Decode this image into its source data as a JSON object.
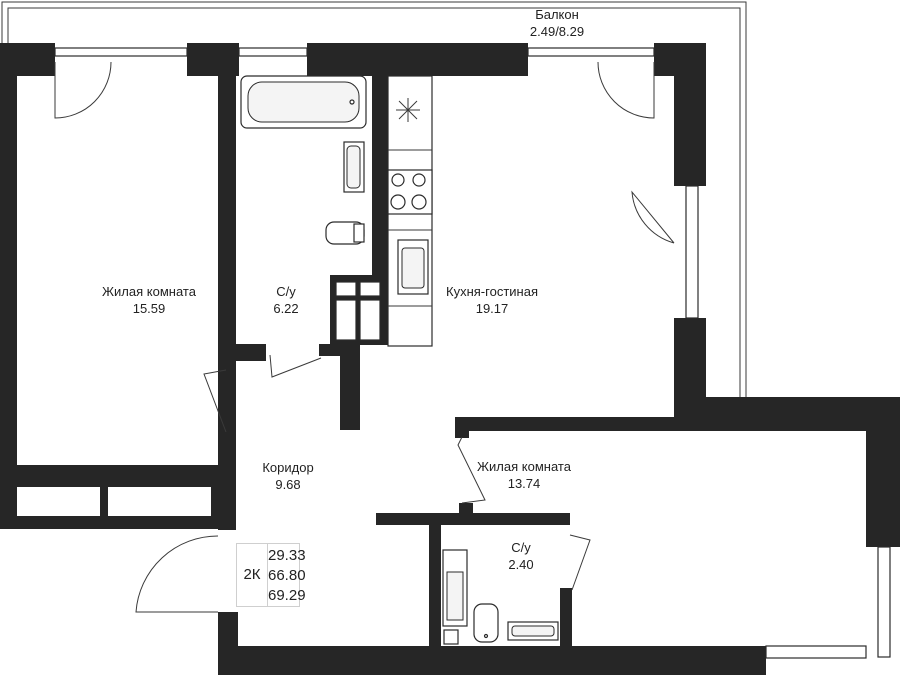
{
  "rooms": {
    "balcony": {
      "name": "Балкон",
      "area": "2.49/8.29"
    },
    "living_room_1": {
      "name": "Жилая комната",
      "area": "15.59"
    },
    "bathroom_1": {
      "name": "С/у",
      "area": "6.22"
    },
    "kitchen_living": {
      "name": "Кухня-гостиная",
      "area": "19.17"
    },
    "corridor": {
      "name": "Коридор",
      "area": "9.68"
    },
    "living_room_2": {
      "name": "Жилая комната",
      "area": "13.74"
    },
    "bathroom_2": {
      "name": "С/у",
      "area": "2.40"
    }
  },
  "summary": {
    "type": "2К",
    "area_living": "29.33",
    "area_total": "66.80",
    "area_with_balcony": "69.29"
  },
  "colors": {
    "wall": "#262626",
    "line": "#3a3a3a",
    "background": "#ffffff"
  }
}
